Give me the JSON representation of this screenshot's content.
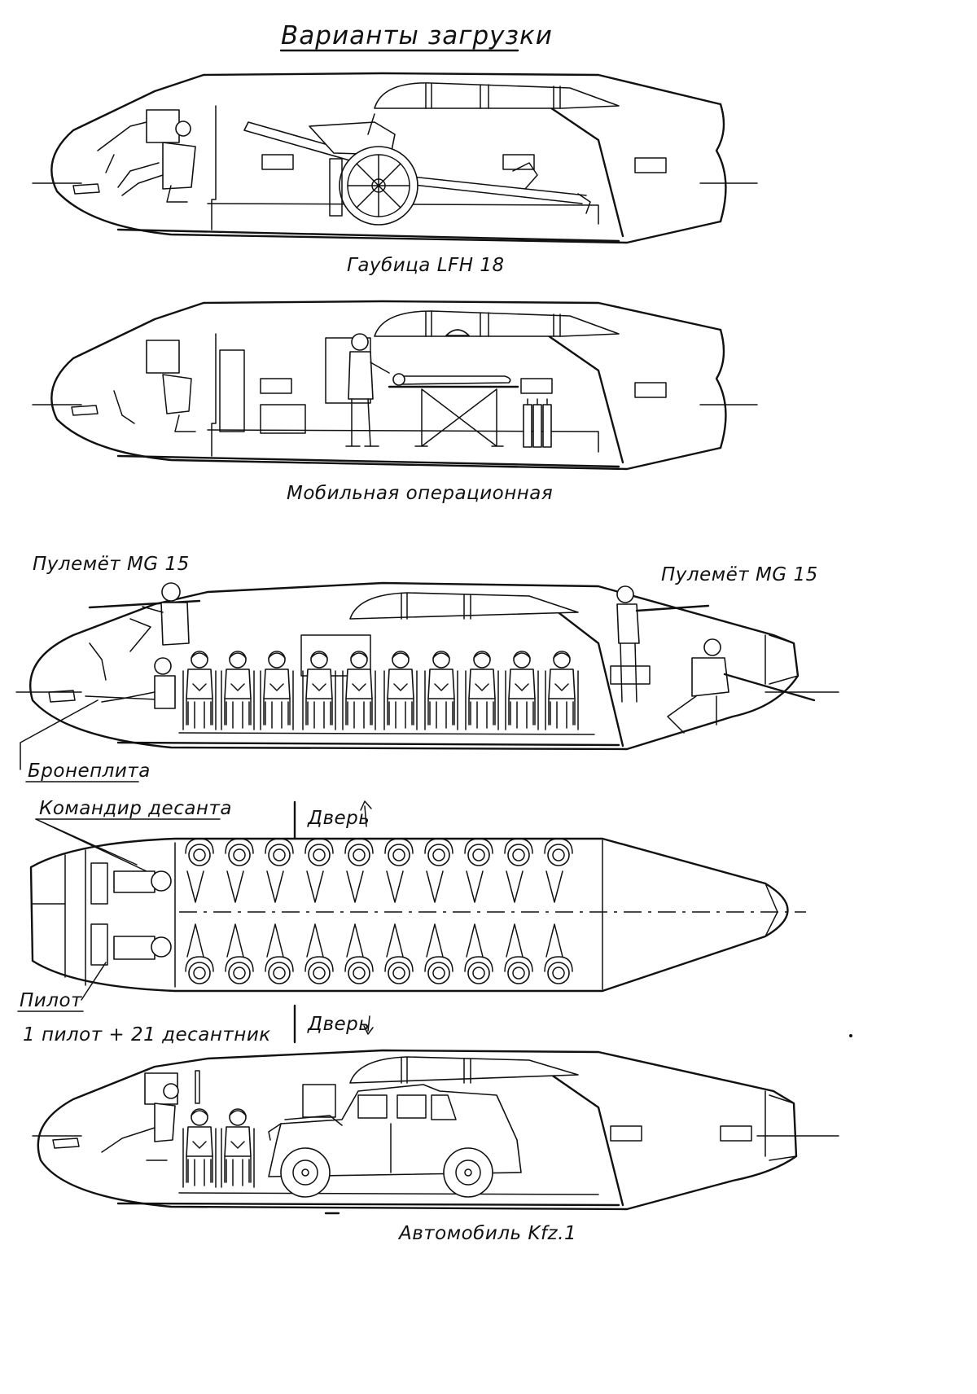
{
  "title": "Варианты загрузки",
  "panels": {
    "howitzer": {
      "caption": "Гаубица LFH 18"
    },
    "surgery": {
      "caption": "Мобильная операционная"
    },
    "troops": {
      "mg_front_label": "Пулемёт MG 15",
      "mg_rear_label": "Пулемёт MG 15",
      "armor_label": "Бронеплита"
    },
    "plan": {
      "commander_label": "Командир десанта",
      "door_top_label": "Дверь",
      "door_bottom_label": "Дверь",
      "pilot_label": "Пилот",
      "capacity_label": "1 пилот + 21 десантник"
    },
    "vehicle": {
      "caption": "Автомобиль Kfz.1"
    }
  }
}
